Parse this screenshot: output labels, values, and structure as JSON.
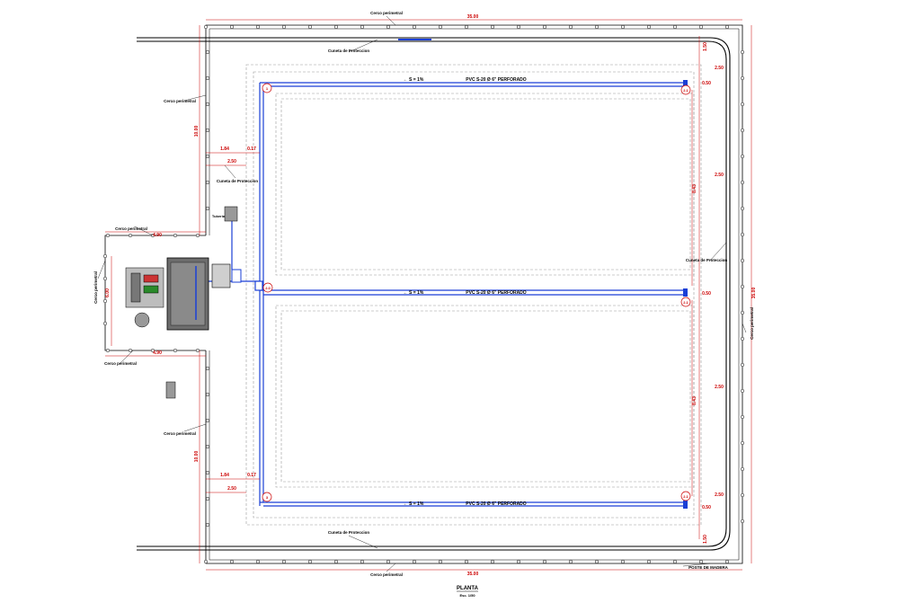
{
  "drawing": {
    "title": "PLANTA",
    "scale": "Esc. 1/50"
  },
  "labels": {
    "cerco_top": "Cerco perimetral",
    "cerco_bottom": "Cerco perimetral",
    "cerco_left_upper": "Cerco perimetral",
    "cerco_left_lower": "Cerco perimetral",
    "cerco_right": "Cerco perimetral",
    "cerco_annex_top": "Cerco perimetral",
    "cerco_annex_bottom": "Cerco perimetral",
    "cerco_annex_left": "Cerco perimetral",
    "cuneta_top": "Cuneta de Proteccion",
    "cuneta_bottom": "Cuneta de Proteccion",
    "cuneta_left": "Cuneta de Proteccion",
    "cuneta_right": "Cuneta de Proteccion",
    "tuberia": "Tuberia",
    "poste": "POSTE DE MADERA",
    "pipe_top": "PVC S-20 Ø 6\" PERFORADO",
    "pipe_mid": "PVC S-20 Ø 6\" PERFORADO",
    "pipe_bottom": "PVC S-20 Ø 6\" PERFORADO",
    "slope_top": "← S = 1%",
    "slope_mid": "← S = 1%",
    "slope_bottom": "← S = 1%"
  },
  "dimensions": {
    "overall_width_top": "35.00",
    "overall_width_bottom": "35.00",
    "overall_height_right": "35.00",
    "left_upper": "10.00",
    "left_lower": "10.00",
    "annex_width_top": "4.90",
    "annex_width_bottom": "4.90",
    "annex_height": "6.00",
    "offset_upper_a": "1.84",
    "offset_upper_b": "0.17",
    "offset_upper_c": "2.50",
    "offset_lower_a": "1.84",
    "offset_lower_b": "0.17",
    "offset_lower_c": "2.50",
    "right_top": "1.50",
    "right_2": "2.50",
    "right_3": "2.50",
    "right_4": "2.50",
    "right_5": "2.50",
    "right_bottom": "1.50",
    "inner_1": "8.43",
    "inner_2": "8.43",
    "end_top": "0.50",
    "end_mid": "0.50",
    "end_bottom": "0.50"
  },
  "nodes": {
    "n1": "1",
    "n2": "2.1",
    "n3": "2.0",
    "n4": "2.1",
    "n5": "3",
    "n6": "2.1"
  },
  "colors": {
    "pipe": "#1a3fd6",
    "dimension": "#cc0000",
    "line": "#000000",
    "hidden": "#9a9a9a"
  }
}
